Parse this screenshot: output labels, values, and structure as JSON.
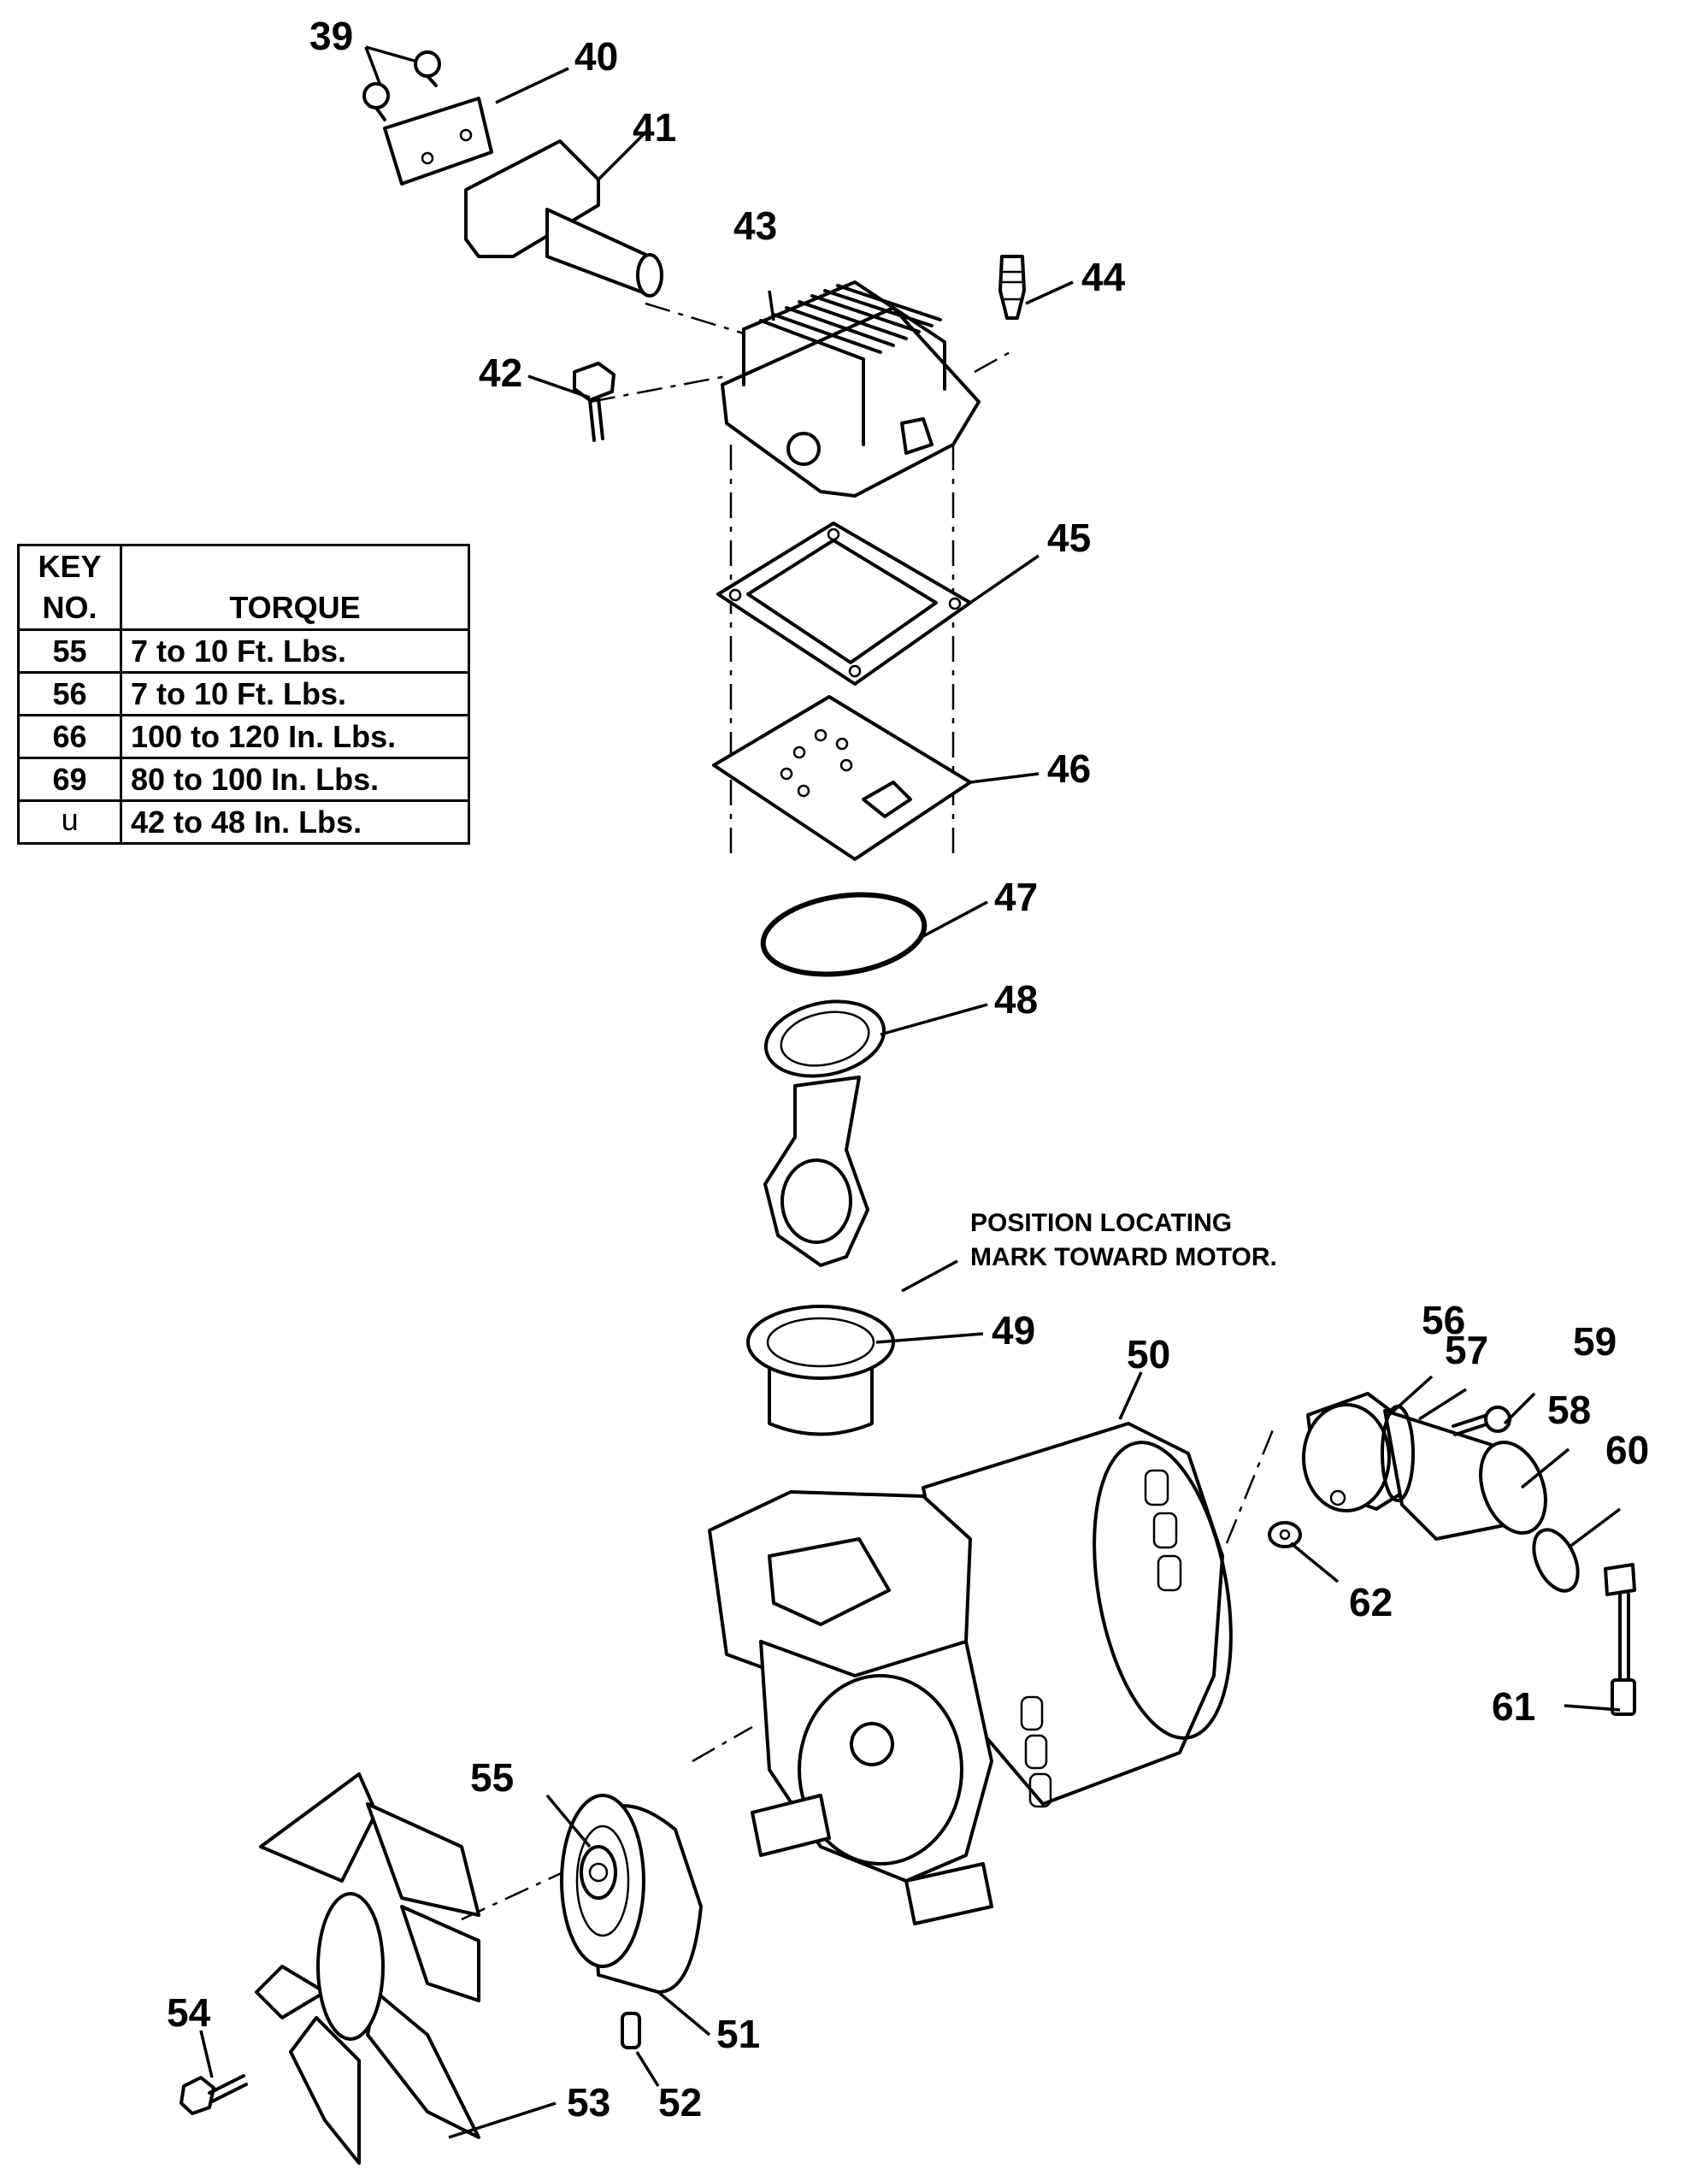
{
  "table": {
    "header_key_line1": "KEY",
    "header_key_line2": "NO.",
    "header_torque": "TORQUE",
    "rows": [
      {
        "key": "55",
        "torque": "7 to 10 Ft. Lbs."
      },
      {
        "key": "56",
        "torque": "7 to 10 Ft. Lbs."
      },
      {
        "key": "66",
        "torque": "100 to 120 In. Lbs."
      },
      {
        "key": "69",
        "torque": "80 to 100 In. Lbs."
      },
      {
        "key": "u",
        "torque": "42 to 48 In. Lbs."
      }
    ]
  },
  "note": {
    "line1": "POSITION LOCATING",
    "line2": "MARK TOWARD MOTOR."
  },
  "labels": {
    "p39": "39",
    "p40": "40",
    "p41": "41",
    "p42": "42",
    "p43": "43",
    "p44": "44",
    "p45": "45",
    "p46": "46",
    "p47": "47",
    "p48": "48",
    "p49": "49",
    "p50": "50",
    "p51": "51",
    "p52": "52",
    "p53": "53",
    "p54": "54",
    "p55": "55",
    "p56": "56",
    "p57": "57",
    "p58": "58",
    "p59": "59",
    "p60": "60",
    "p61": "61",
    "p62": "62"
  }
}
